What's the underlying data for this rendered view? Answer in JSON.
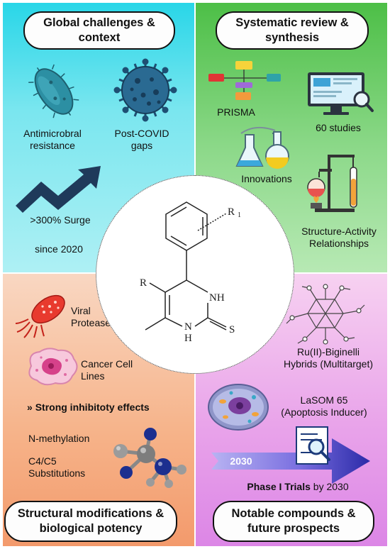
{
  "panels": {
    "global": {
      "title": "Global challenges & context",
      "amr": "Antimicrobral resistance",
      "covid": "Post-COVID gaps",
      "surge": ">300% Surge",
      "since": "since 2020"
    },
    "review": {
      "title": "Systematic review & synthesis",
      "prisma": "PRISMA",
      "studies": "60 studies",
      "innovations": "Innovations",
      "sar": "Structure-Activity Relationships"
    },
    "structural": {
      "title": "Structural modifications & biological potency",
      "viral": "Viral Proteases",
      "cancer": "Cancer Cell Lines",
      "effects_prefix": "»",
      "effects": "Strong inhibitoty effects",
      "nmethyl": "N-methylation",
      "c4c5": "C4/C5 Substitutions"
    },
    "notable": {
      "title": "Notable compounds & future prospects",
      "ru": "Ru(II)-Biginelli Hybrids (Multitarget)",
      "lasom": "LaSOM 65 (Apoptosis Inducer)",
      "year": "2030",
      "trials_bold": "Phase I Trials",
      "trials_rest": " by 2030"
    }
  },
  "molecule": {
    "r1": "R",
    "r1_sub": "1",
    "r": "R",
    "nh_top": "NH",
    "nh_bottom": "N",
    "nh_bottom_h": "H",
    "s": "S"
  },
  "colors": {
    "cyan": "#29d6e8",
    "green": "#4dbf47",
    "peach": "#f6b288",
    "pink": "#e9a4ea",
    "arrow": "#1f3a5a",
    "bacteria": "#2c8fa3",
    "virus": "#1e4f73"
  }
}
